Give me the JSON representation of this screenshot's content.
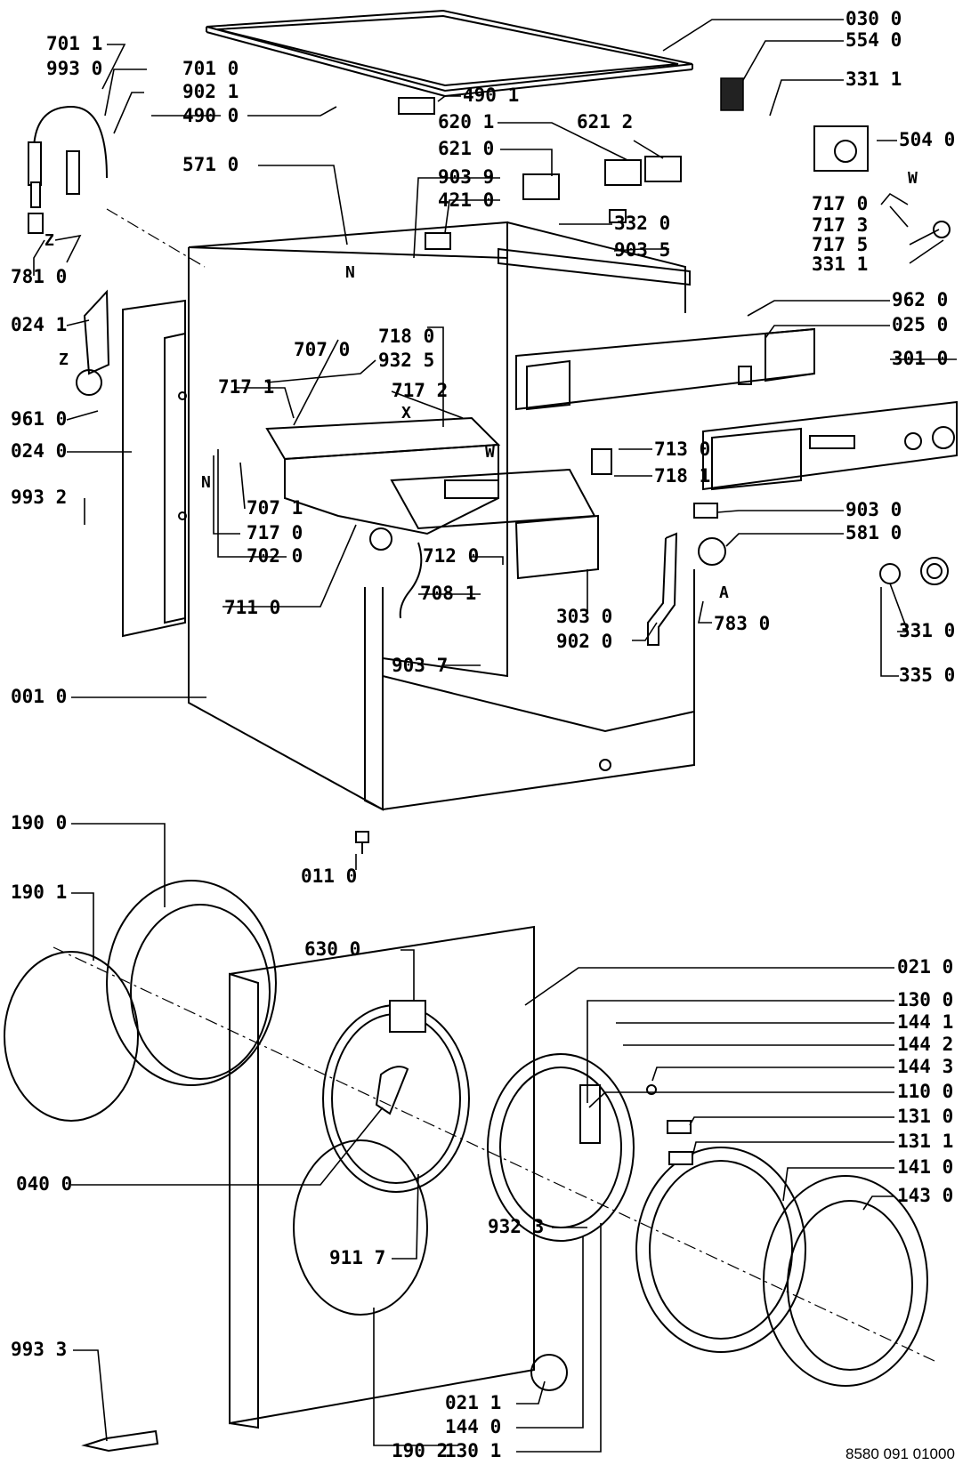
{
  "diagram": {
    "document_number": "8580 091 01000",
    "part_labels": [
      "030 0",
      "554 0",
      "331 1",
      "504 0",
      "717 0",
      "717 3",
      "717 5",
      "331 1",
      "490 1",
      "620 1",
      "621 2",
      "621 0",
      "903 9",
      "421 0",
      "332 0",
      "903 5",
      "701 1",
      "993 0",
      "701 0",
      "902 1",
      "490 0",
      "571 0",
      "781 0",
      "962 0",
      "025 0",
      "301 0",
      "024 1",
      "707 0",
      "932 5",
      "718 0",
      "717 1",
      "717 2",
      "961 0",
      "024 0",
      "713 0",
      "718 1",
      "993 2",
      "707 1",
      "717 0",
      "702 0",
      "712 0",
      "903 0",
      "581 0",
      "708 1",
      "711 0",
      "783 0",
      "331 0",
      "303 0",
      "902 0",
      "335 0",
      "903 7",
      "001 0",
      "190 0",
      "011 0",
      "190 1",
      "630 0",
      "021 0",
      "130 0",
      "144 1",
      "144 2",
      "144 3",
      "110 0",
      "131 0",
      "131 1",
      "040 0",
      "141 0",
      "932 3",
      "143 0",
      "911 7",
      "993 3",
      "021 1",
      "144 0",
      "130 1",
      "190 2"
    ],
    "marker_letters": [
      "N",
      "N",
      "W",
      "W",
      "X",
      "Z",
      "Z",
      "A"
    ]
  }
}
